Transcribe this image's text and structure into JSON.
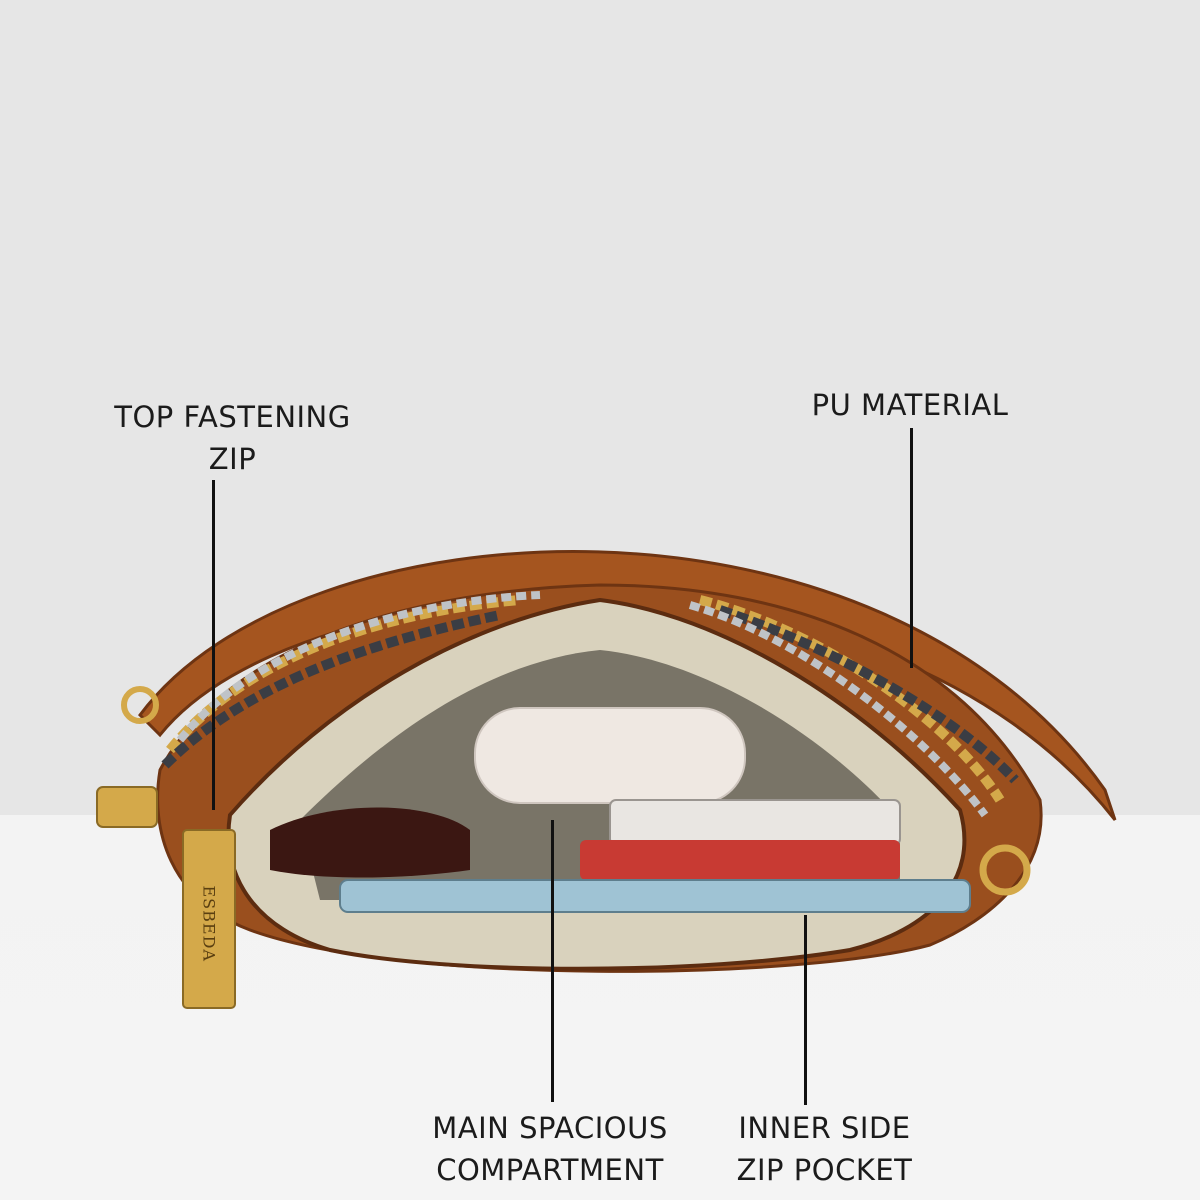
{
  "callouts": {
    "top_zip": {
      "line1": "TOP FASTENING",
      "line2": "ZIP"
    },
    "pu_material": {
      "line1": "PU MATERIAL"
    },
    "main_compartment": {
      "line1": "MAIN SPACIOUS",
      "line2": "COMPARTMENT"
    },
    "inner_pocket": {
      "line1": "INNER SIDE",
      "line2": "ZIP POCKET"
    }
  },
  "bag": {
    "brand_tag": "ESBEDA",
    "colors": {
      "leather": "#9a4f1e",
      "leather_dark": "#6e3412",
      "lining": "#d9d2bd",
      "gold": "#d4a94a",
      "gunmetal": "#3a3d44",
      "silver": "#bfc3c7"
    }
  }
}
